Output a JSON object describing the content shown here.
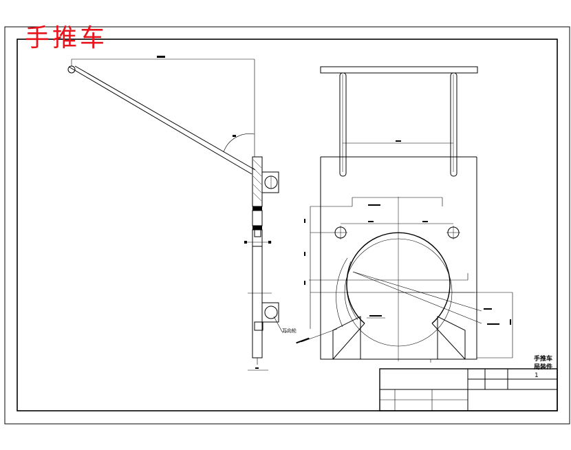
{
  "title": {
    "text": "手推车",
    "color": "#e8141c"
  },
  "title_block": {
    "part_name": "手推车",
    "sub_name": "局装件",
    "quantity": "1"
  },
  "annotations": {
    "side_view_callout": "万向轮"
  },
  "colors": {
    "line": "#000000",
    "background": "#ffffff"
  }
}
